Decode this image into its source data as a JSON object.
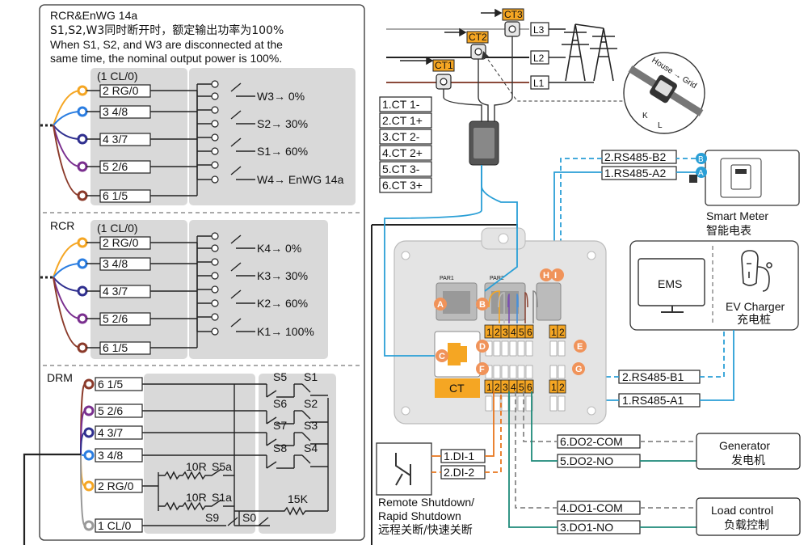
{
  "rcr_enwg": {
    "title": "RCR&EnWG 14a",
    "note_cn": "S1,S2,W3同时断开时，额定输出功率为100%",
    "note_en1": "When S1, S2, and W3 are disconnected at the",
    "note_en2": "same time, the nominal output power is 100%.",
    "pins": [
      "(1   CL/0)",
      "2   RG/0",
      "3   4/8",
      "4   3/7",
      "5   2/6",
      "6   1/5"
    ],
    "switches": [
      "W3→ 0%",
      "S2→ 30%",
      "S1→ 60%",
      "W4→ EnWG 14a"
    ]
  },
  "rcr": {
    "title": "RCR",
    "pins": [
      "(1   CL/0)",
      "2   RG/0",
      "3   4/8",
      "4   3/7",
      "5   2/6",
      "6   1/5"
    ],
    "switches": [
      "K4→ 0%",
      "K3→ 30%",
      "K2→ 60%",
      "K1→ 100%"
    ]
  },
  "drm": {
    "title": "DRM",
    "pins": [
      "6   1/5",
      "5   2/6",
      "4   3/7",
      "3   4/8",
      "2  RG/0",
      "1  CL/0"
    ],
    "switches_right": [
      "S5",
      "S1",
      "S6",
      "S2",
      "S7",
      "S3",
      "S8",
      "S4"
    ],
    "res_10r_a": "10R",
    "sw_s5a": "S5a",
    "res_10r_b": "10R",
    "sw_s1a": "S1a",
    "sw_s9": "S9",
    "sw_s0": "S0",
    "res_15k": "15K"
  },
  "grid": {
    "ct_tags": [
      "CT1",
      "CT2",
      "CT3"
    ],
    "lines": [
      "L3",
      "L2",
      "L1"
    ],
    "ct_pins": [
      "1.CT 1-",
      "2.CT 1+",
      "3.CT 2-",
      "4.CT 2+",
      "5.CT 3-",
      "6.CT 3+"
    ],
    "clamp_text_top": "House → Grid",
    "clamp_text_k": "K",
    "clamp_text_l": "L"
  },
  "meter": {
    "rs485_top": [
      "2.RS485-B2",
      "1.RS485-A2"
    ],
    "name_en": "Smart Meter",
    "name_cn": "智能电表",
    "badge_b": "B",
    "badge_a": "A"
  },
  "ems": {
    "ems": "EMS",
    "ev_en": "EV Charger",
    "ev_cn": "充电桩"
  },
  "board": {
    "par1": "PAR1",
    "par2": "PAR2",
    "ct_label": "CT",
    "markers": [
      "A",
      "B",
      "C",
      "D",
      "E",
      "F",
      "G",
      "H",
      "I"
    ],
    "d_pins": [
      "1",
      "2",
      "3",
      "4",
      "5",
      "6"
    ],
    "e_pins": [
      "1",
      "2"
    ],
    "f_pins": [
      "1",
      "2",
      "3",
      "4",
      "5",
      "6"
    ],
    "g_pins": [
      "1",
      "2"
    ],
    "rs485_right": [
      "2.RS485-B1",
      "1.RS485-A1"
    ]
  },
  "io": {
    "di": [
      "1.DI-1",
      "2.DI-2"
    ],
    "remote_en1": "Remote Shutdown/",
    "remote_en2": "Rapid Shutdown",
    "remote_cn": "远程关断/快速关断",
    "do": [
      "6.DO2-COM",
      "5.DO2-NO",
      "4.DO1-COM",
      "3.DO1-NO"
    ],
    "gen_en": "Generator",
    "gen_cn": "发电机",
    "load_en": "Load control",
    "load_cn": "负载控制"
  },
  "colors": {
    "accent_orange": "#f5a623",
    "marker_orange": "#f0935a",
    "wire_blue": "#2a9fd6",
    "wire_orange": "#e8761d",
    "wire_teal": "#1f8a7a",
    "panel_grey": "#d9d9d9"
  }
}
